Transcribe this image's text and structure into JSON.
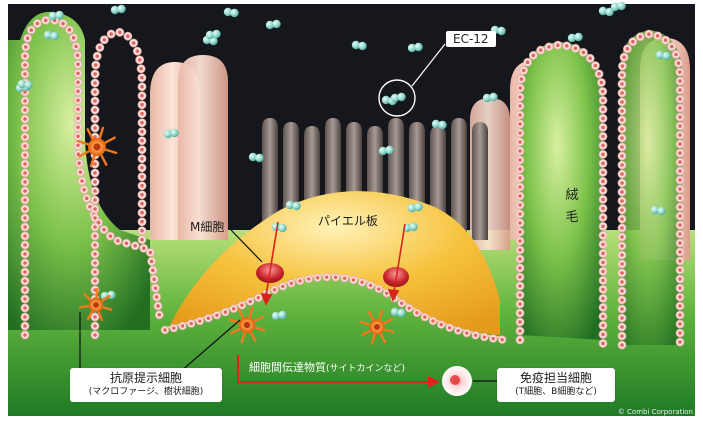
{
  "labels": {
    "ec12": "EC-12",
    "m_cell": "M細胞",
    "peyers_patch": "パイエル板",
    "villus_char1": "絨",
    "villus_char2": "毛",
    "signal_substance": "細胞間伝達物質",
    "signal_substance_note": "(サイトカインなど)",
    "apc_main": "抗原提示細胞",
    "apc_sub": "(マクロファージ、樹状細胞)",
    "immune_main": "免疫担当細胞",
    "immune_sub": "(T細胞、B細胞など)",
    "copyright": "© Combi Corporation"
  },
  "colors": {
    "lumen": "#15171c",
    "villus_tissue": "#2e8f2a",
    "villus_highlight": "#9fd35c",
    "epithelium_pink": "#f3b9b8",
    "peyers_patch": "#f2b331",
    "arrow_red": "#d8241d",
    "bacteria": "#8fd6c8",
    "apc_orange": "#f07a1e"
  },
  "icons": {
    "bacterium": "bacterium-icon",
    "apc": "antigen-presenting-cell-icon",
    "immune_cell": "immune-cell-icon"
  }
}
